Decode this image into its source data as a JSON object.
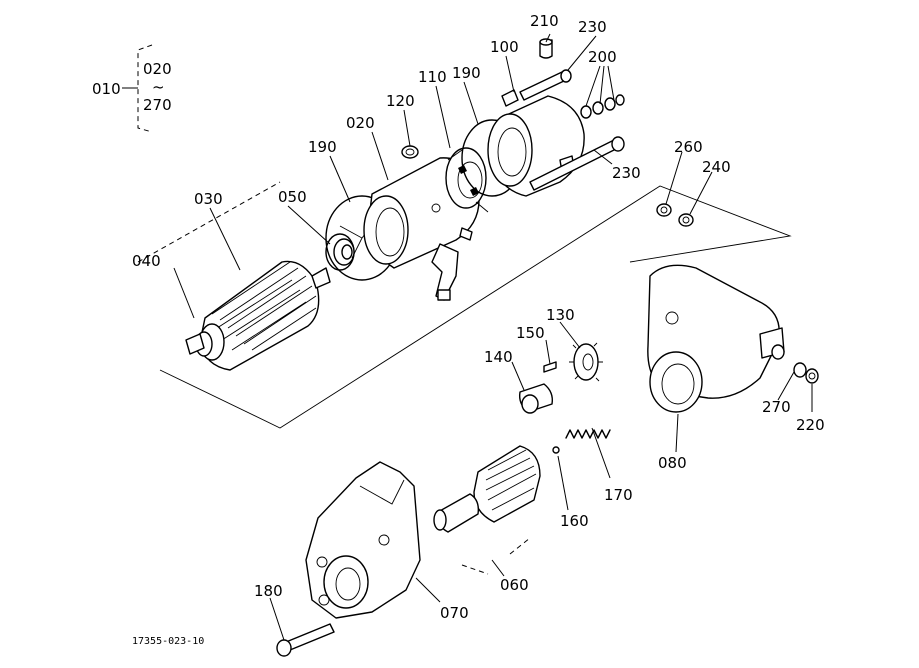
{
  "diagram": {
    "group_label": "010",
    "group_range": {
      "from": "020",
      "tilde": "~",
      "to": "270"
    },
    "figure_code": "17355-023-10",
    "callouts": [
      {
        "id": "c210",
        "label": "210"
      },
      {
        "id": "c230a",
        "label": "230"
      },
      {
        "id": "c100",
        "label": "100"
      },
      {
        "id": "c200",
        "label": "200"
      },
      {
        "id": "c110",
        "label": "110"
      },
      {
        "id": "c190a",
        "label": "190"
      },
      {
        "id": "c120",
        "label": "120"
      },
      {
        "id": "c020",
        "label": "020"
      },
      {
        "id": "c190b",
        "label": "190"
      },
      {
        "id": "c230b",
        "label": "230"
      },
      {
        "id": "c260",
        "label": "260"
      },
      {
        "id": "c240",
        "label": "240"
      },
      {
        "id": "c030",
        "label": "030"
      },
      {
        "id": "c050",
        "label": "050"
      },
      {
        "id": "c040",
        "label": "040"
      },
      {
        "id": "c130",
        "label": "130"
      },
      {
        "id": "c150",
        "label": "150"
      },
      {
        "id": "c140",
        "label": "140"
      },
      {
        "id": "c270",
        "label": "270"
      },
      {
        "id": "c220",
        "label": "220"
      },
      {
        "id": "c080",
        "label": "080"
      },
      {
        "id": "c170",
        "label": "170"
      },
      {
        "id": "c160",
        "label": "160"
      },
      {
        "id": "c060",
        "label": "060"
      },
      {
        "id": "c070",
        "label": "070"
      },
      {
        "id": "c180",
        "label": "180"
      }
    ]
  }
}
